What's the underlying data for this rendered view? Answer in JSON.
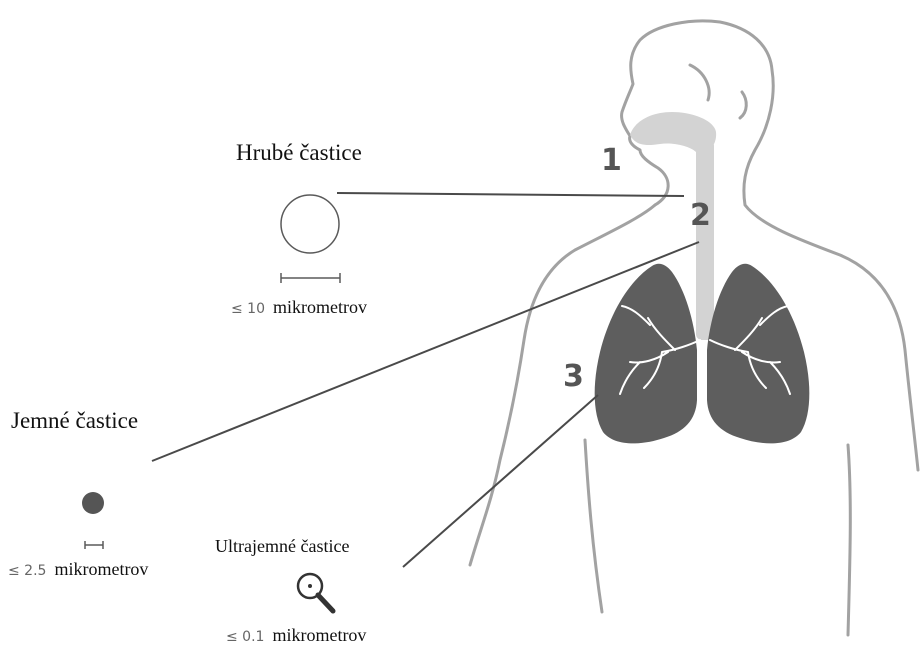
{
  "colors": {
    "body_outline": "#a2a2a2",
    "airway": "#d3d3d3",
    "lung": "#5e5e5e",
    "bronchi": "#ffffff",
    "connector_line": "#4a4a4a",
    "number": "#555555",
    "particle_fine": "#555555"
  },
  "markers": {
    "one": "1",
    "two": "2",
    "three": "3"
  },
  "coarse": {
    "title": "Hrubé častice",
    "size_prefix": "≤ 10",
    "size_unit": "mikrometrov"
  },
  "fine": {
    "title": "Jemné častice",
    "size_prefix": "≤ 2.5",
    "size_unit": "mikrometrov"
  },
  "ultrafine": {
    "title": "Ultrajemné častice",
    "icon": "magnifier-icon",
    "size_prefix": "≤ 0.1",
    "size_unit": "mikrometrov"
  }
}
